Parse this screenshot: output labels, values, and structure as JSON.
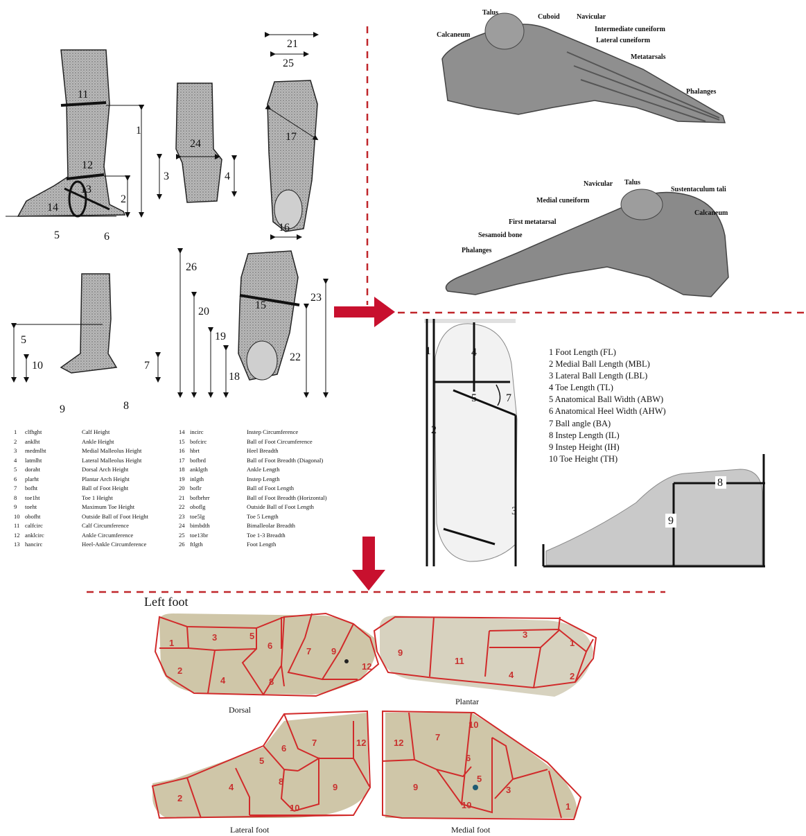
{
  "colors": {
    "accent_red": "#c8102e",
    "region_red": "#d12a2a",
    "skin_tone": "#cfc6a8",
    "dash_red": "#c0262a"
  },
  "measurement_figure": {
    "labels": [
      "1",
      "2",
      "3",
      "4",
      "5",
      "6",
      "7",
      "8",
      "9",
      "10",
      "11",
      "12",
      "13",
      "14",
      "15",
      "16",
      "17",
      "18",
      "19",
      "20",
      "21",
      "22",
      "23",
      "24",
      "25",
      "26"
    ],
    "table": [
      {
        "n": "1",
        "code": "clfhght",
        "name": "Calf Height"
      },
      {
        "n": "2",
        "code": "anklht",
        "name": "Ankle Height"
      },
      {
        "n": "3",
        "code": "medmlht",
        "name": "Medial Malleolus Height"
      },
      {
        "n": "4",
        "code": "latmlht",
        "name": "Lateral Malleolus Height"
      },
      {
        "n": "5",
        "code": "doraht",
        "name": "Dorsal Arch Height"
      },
      {
        "n": "6",
        "code": "plarht",
        "name": "Plantar Arch Height"
      },
      {
        "n": "7",
        "code": "bofht",
        "name": "Ball of Foot Height"
      },
      {
        "n": "8",
        "code": "toe1ht",
        "name": "Toe 1 Height"
      },
      {
        "n": "9",
        "code": "toeht",
        "name": "Maximum Toe Height"
      },
      {
        "n": "10",
        "code": "obofht",
        "name": "Outside Ball of Foot Height"
      },
      {
        "n": "11",
        "code": "calfcirc",
        "name": "Calf Circumference"
      },
      {
        "n": "12",
        "code": "anklcirc",
        "name": "Ankle Circumference"
      },
      {
        "n": "13",
        "code": "hancirc",
        "name": "Heel-Ankle Circumference"
      },
      {
        "n": "14",
        "code": "incirc",
        "name": "Instep Circumference"
      },
      {
        "n": "15",
        "code": "bofcirc",
        "name": "Ball of Foot Circumference"
      },
      {
        "n": "16",
        "code": "hbrt",
        "name": "Heel Breadth"
      },
      {
        "n": "17",
        "code": "bofbrd",
        "name": "Ball of Foot Breadth (Diagonal)"
      },
      {
        "n": "18",
        "code": "anklgth",
        "name": "Ankle Length"
      },
      {
        "n": "19",
        "code": "inlgth",
        "name": "Instep Length"
      },
      {
        "n": "20",
        "code": "boflr",
        "name": "Ball of Foot Length"
      },
      {
        "n": "21",
        "code": "bofbrhrr",
        "name": "Ball of Foot Breadth (Horizontal)"
      },
      {
        "n": "22",
        "code": "oboflg",
        "name": "Outside Ball of Foot Length"
      },
      {
        "n": "23",
        "code": "toe5lg",
        "name": "Toe 5 Length"
      },
      {
        "n": "24",
        "code": "bimbdth",
        "name": "Bimalleolar Breadth"
      },
      {
        "n": "25",
        "code": "toe13br",
        "name": "Toe 1-3 Breadth"
      },
      {
        "n": "26",
        "code": "ftlgth",
        "name": "Foot Length"
      }
    ]
  },
  "bones": {
    "lateral": [
      "Calcaneum",
      "Talus",
      "Cuboid",
      "Navicular",
      "Intermediate cuneiform",
      "Lateral cuneiform",
      "Metatarsals",
      "Phalanges"
    ],
    "medial": [
      "Navicular",
      "Talus",
      "Sustentaculum tali",
      "Medial cuneiform",
      "Calcaneum",
      "First metatarsal",
      "Sesamoid bone",
      "Phalanges"
    ]
  },
  "foot_measures": {
    "list": [
      "1  Foot Length (FL)",
      "2  Medial Ball Length (MBL)",
      "3  Lateral Ball Length (LBL)",
      "4  Toe Length (TL)",
      "5  Anatomical Ball Width (ABW)",
      "6  Anatomical Heel Width (AHW)",
      "7  Ball angle (BA)",
      "8  Instep Length (IL)",
      "9  Instep Height (IH)",
      "10  Toe Height (TH)"
    ],
    "plantar_labels": [
      "1",
      "4",
      "2",
      "5",
      "7",
      "3"
    ],
    "side_labels": [
      "8",
      "9"
    ]
  },
  "regions": {
    "title": "Left foot",
    "captions": {
      "dorsal": "Dorsal",
      "plantar": "Plantar",
      "lateral": "Lateral foot",
      "medial": "Medial foot"
    }
  }
}
